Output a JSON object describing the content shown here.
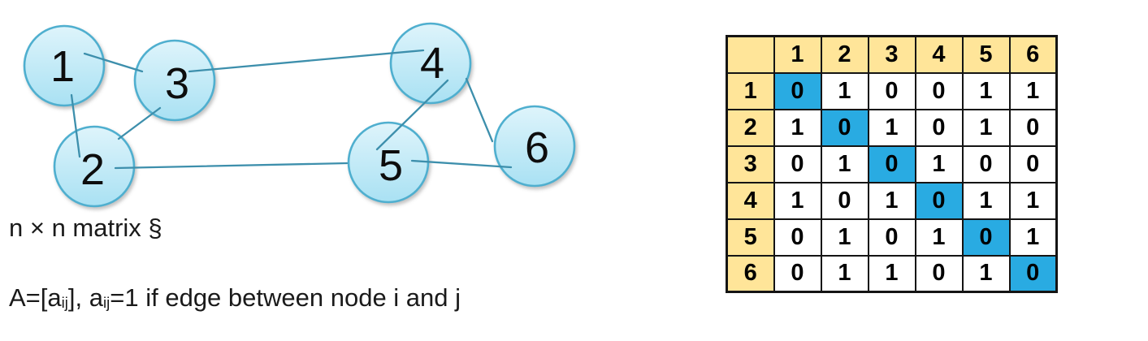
{
  "graph": {
    "nodes": [
      {
        "id": "1"
      },
      {
        "id": "2"
      },
      {
        "id": "3"
      },
      {
        "id": "4"
      },
      {
        "id": "5"
      },
      {
        "id": "6"
      }
    ],
    "edges": [
      [
        "1",
        "2"
      ],
      [
        "1",
        "3"
      ],
      [
        "2",
        "3"
      ],
      [
        "2",
        "5"
      ],
      [
        "3",
        "4"
      ],
      [
        "4",
        "5"
      ],
      [
        "4",
        "6"
      ],
      [
        "5",
        "6"
      ]
    ]
  },
  "captions": {
    "matrix_label": "n × n matrix §",
    "formula": {
      "seg1": "A=[a",
      "sub1": "ij",
      "seg2": "], a",
      "sub2": "ij",
      "seg3": "=1 if edge between node i and j"
    }
  },
  "matrix": {
    "corner_label": "",
    "col_headers": [
      "1",
      "2",
      "3",
      "4",
      "5",
      "6"
    ],
    "row_headers": [
      "1",
      "2",
      "3",
      "4",
      "5",
      "6"
    ],
    "values": [
      [
        0,
        1,
        0,
        0,
        1,
        1
      ],
      [
        1,
        0,
        1,
        0,
        1,
        0
      ],
      [
        0,
        1,
        0,
        1,
        0,
        0
      ],
      [
        1,
        0,
        1,
        0,
        1,
        1
      ],
      [
        0,
        1,
        0,
        1,
        0,
        1
      ],
      [
        0,
        1,
        1,
        0,
        1,
        0
      ]
    ]
  },
  "theme": {
    "header_bg": "#ffe599",
    "diag_bg": "#29abe2",
    "grid_border": "#141414",
    "node_border": "#4fafcf",
    "node_fill_top": "#def4fb",
    "node_fill_bottom": "#a9e1f3",
    "edge_color": "#3d8fac",
    "text_color": "#1a1a1a"
  }
}
